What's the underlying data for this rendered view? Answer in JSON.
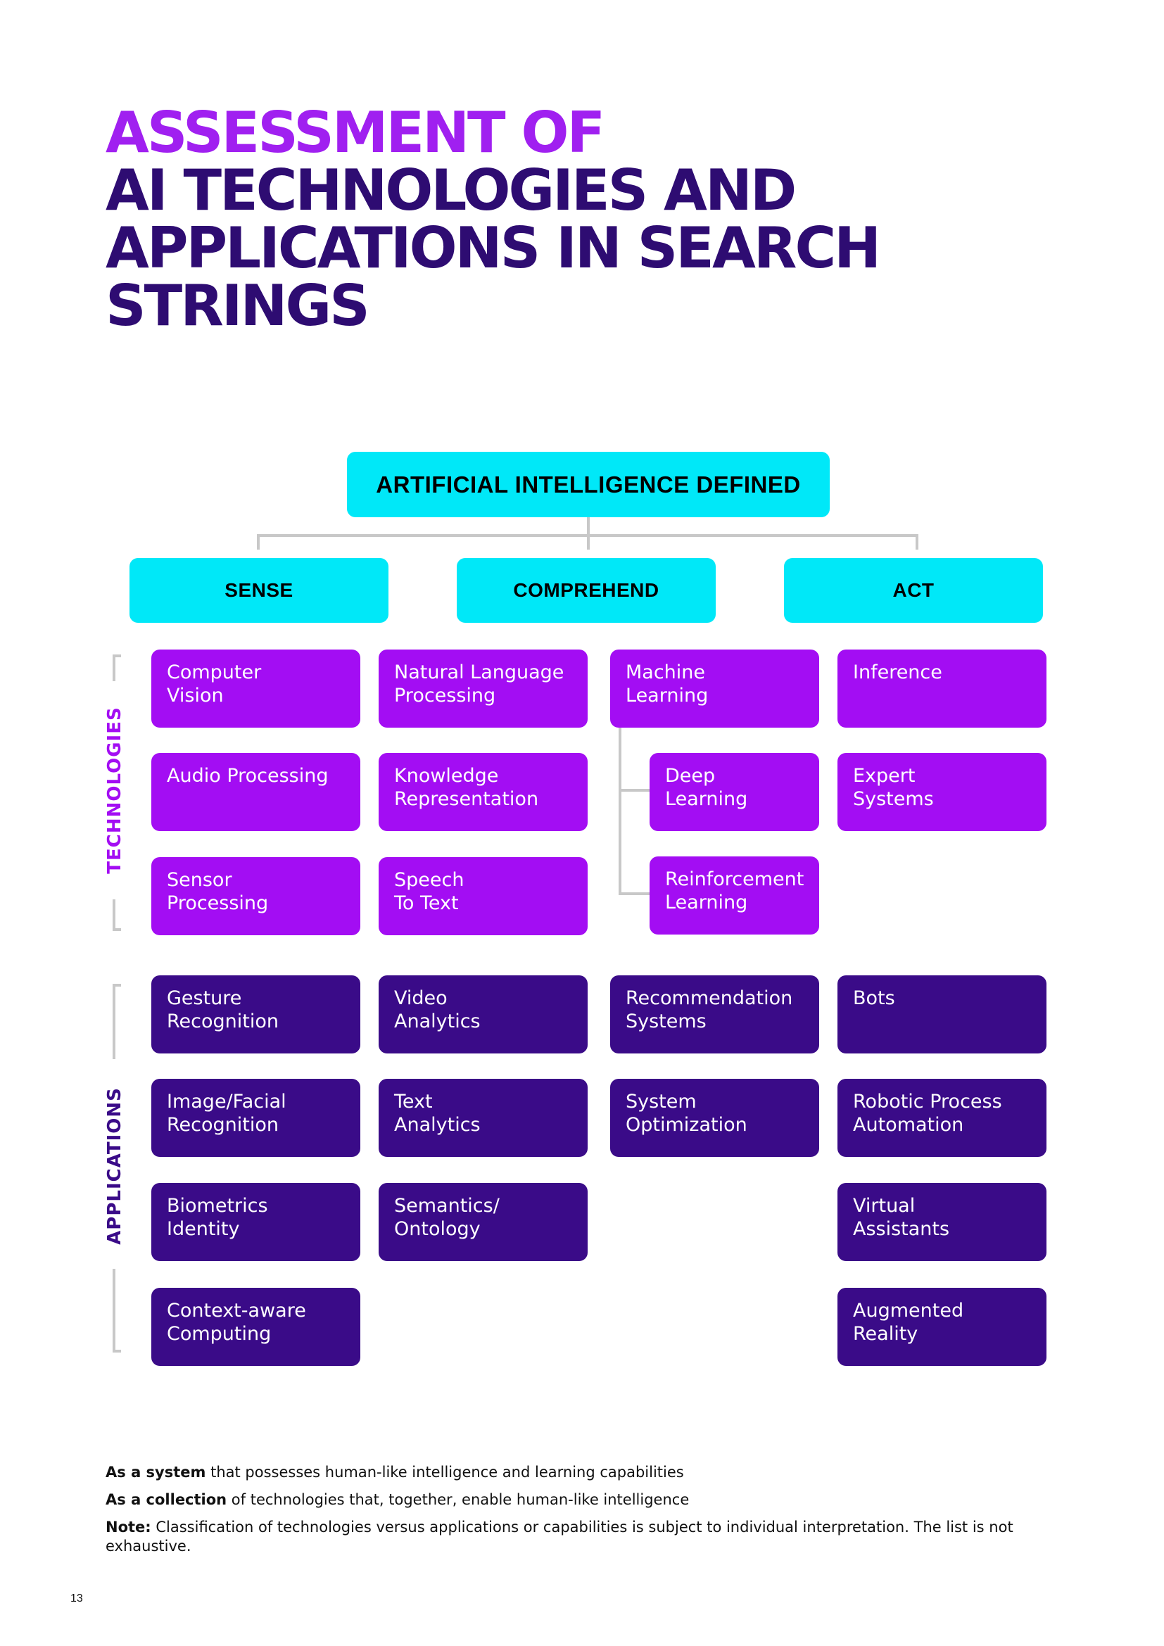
{
  "title": {
    "line1": "ASSESSMENT OF",
    "line2": "AI TECHNOLOGIES AND",
    "line3": "APPLICATIONS IN SEARCH",
    "line4": "STRINGS"
  },
  "diagram": {
    "root": "ARTIFICIAL INTELLIGENCE DEFINED",
    "categories": [
      "SENSE",
      "COMPREHEND",
      "ACT"
    ],
    "side_labels": {
      "technologies": "TECHNOLOGIES",
      "applications": "APPLICATIONS"
    },
    "technologies": {
      "computer_vision": "Computer\nVision",
      "audio_processing": "Audio Processing",
      "sensor_processing": "Sensor\nProcessing",
      "nlp": "Natural Language\nProcessing",
      "knowledge_representation": "Knowledge\nRepresentation",
      "speech_to_text": "Speech\nTo Text",
      "machine_learning": "Machine\nLearning",
      "deep_learning": "Deep\nLearning",
      "reinforcement_learning": "Reinforcement\nLearning",
      "inference": "Inference",
      "expert_systems": "Expert\nSystems"
    },
    "applications": {
      "gesture_recognition": "Gesture\nRecognition",
      "image_facial_recognition": "Image/Facial\nRecognition",
      "biometrics_identity": "Biometrics\nIdentity",
      "context_aware_computing": "Context-aware\nComputing",
      "video_analytics": "Video\nAnalytics",
      "text_analytics": "Text\nAnalytics",
      "semantics_ontology": "Semantics/\nOntology",
      "recommendation_systems": "Recommendation\nSystems",
      "system_optimization": "System\nOptimization",
      "bots": "Bots",
      "rpa": "Robotic Process\nAutomation",
      "virtual_assistants": "Virtual\nAssistants",
      "augmented_reality": "Augmented\nReality"
    }
  },
  "footnotes": {
    "line1_bold": "As a system",
    "line1_rest": " that possesses human-like intelligence and learning capabilities",
    "line2_bold": "As a collection",
    "line2_rest": " of technologies that, together, enable human-like intelligence",
    "note_bold": "Note:",
    "note_rest": " Classification of technologies versus applications or capabilities is subject to individual interpretation. The list is not exhaustive."
  },
  "page_number": "13",
  "colors": {
    "title_accent": "#a020f0",
    "title_main": "#2e0c72",
    "category_cyan": "#00e8f8",
    "technology_purple": "#a30df3",
    "application_indigo": "#3a0b88",
    "connector_gray": "#c8c8c8"
  }
}
